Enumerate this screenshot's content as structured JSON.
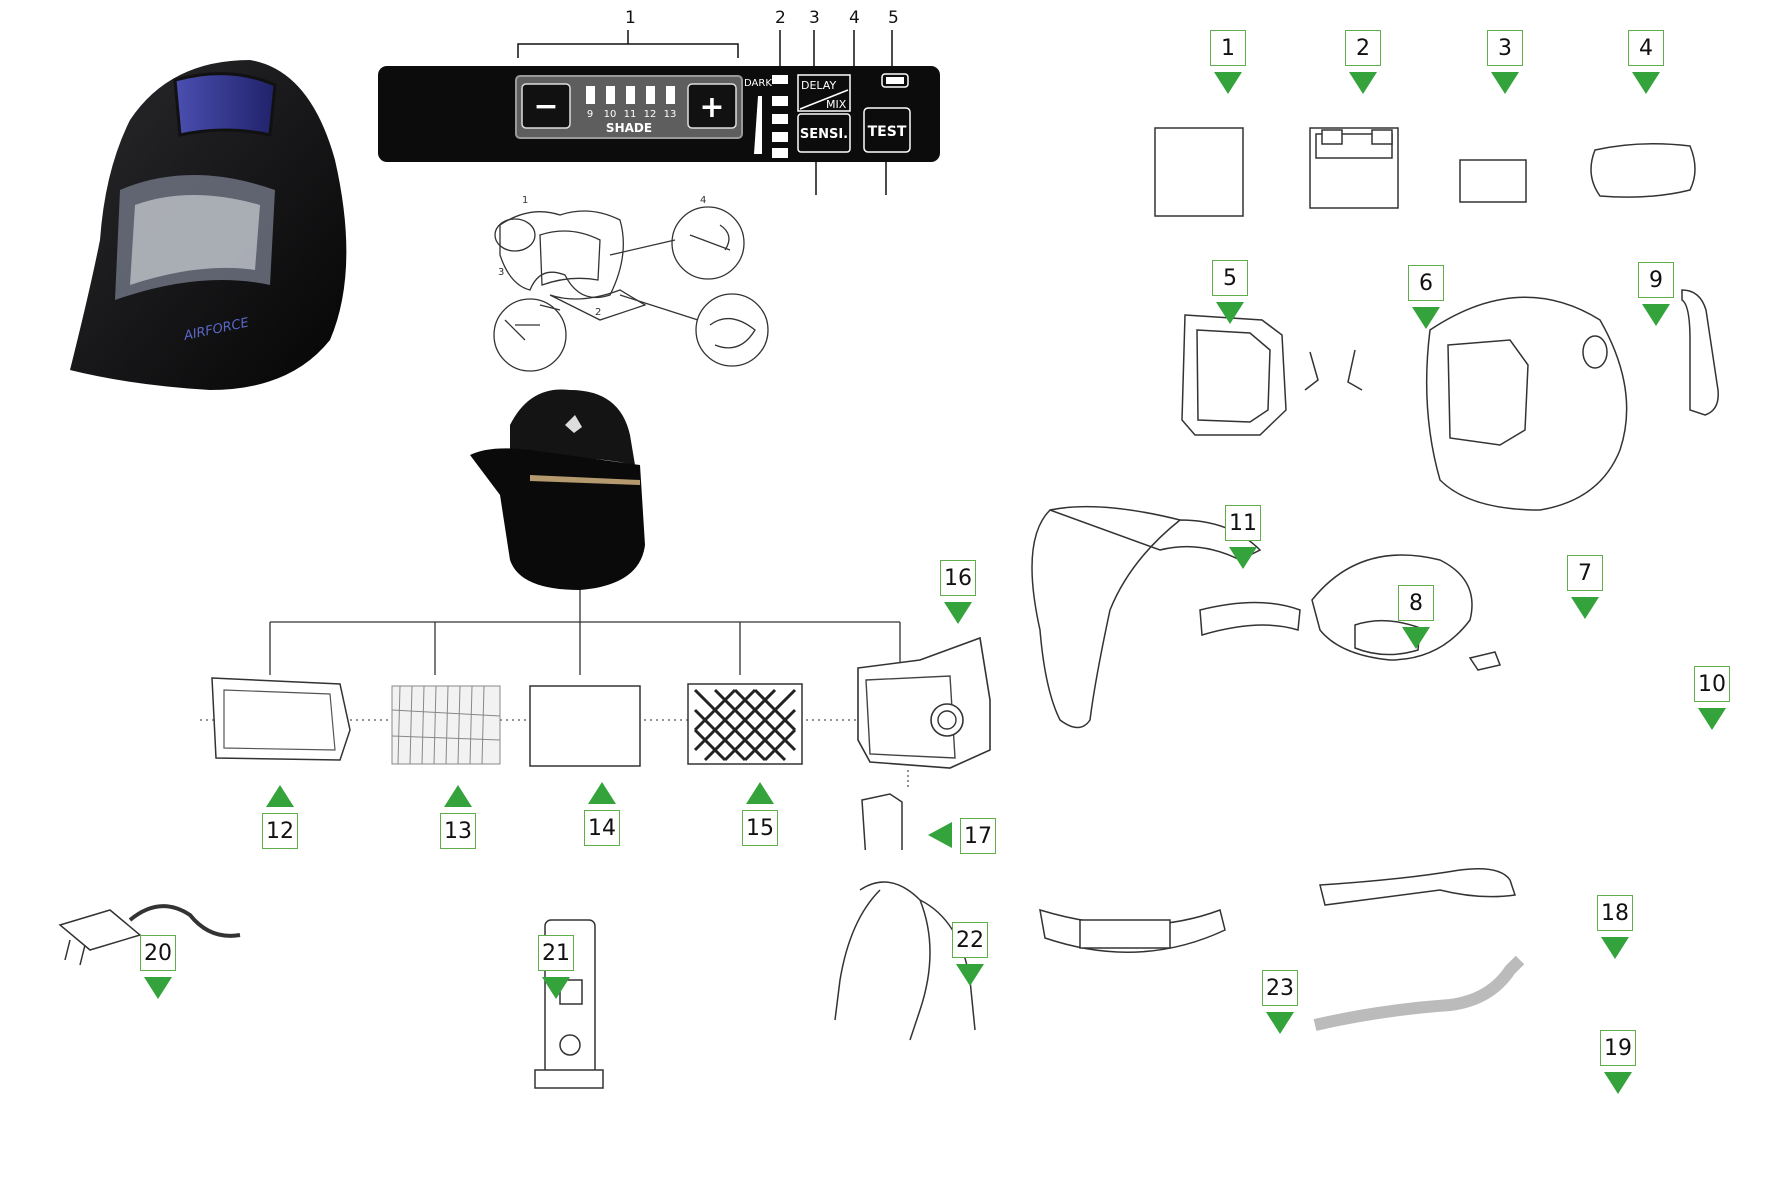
{
  "helmet_brand": "AIRFORCE",
  "control_panel": {
    "callout_numbers": [
      "1",
      "2",
      "3",
      "4",
      "5"
    ],
    "shade_values": [
      "9",
      "10",
      "11",
      "12",
      "13"
    ],
    "shade_label": "SHADE",
    "minus_symbol": "−",
    "plus_symbol": "+",
    "dark_label": "DARK",
    "delay_label": "DELAY",
    "mix_label": "MIX",
    "sensi_label": "SENSI.",
    "test_label": "TEST"
  },
  "headgear_diagram_numbers": [
    "1",
    "2",
    "3",
    "4"
  ],
  "parts": [
    {
      "id": "p1",
      "label": "1"
    },
    {
      "id": "p2",
      "label": "2"
    },
    {
      "id": "p3",
      "label": "3"
    },
    {
      "id": "p4",
      "label": "4"
    },
    {
      "id": "p5",
      "label": "5"
    },
    {
      "id": "p6",
      "label": "6"
    },
    {
      "id": "p7",
      "label": "7"
    },
    {
      "id": "p8",
      "label": "8"
    },
    {
      "id": "p9",
      "label": "9"
    },
    {
      "id": "p10",
      "label": "10"
    },
    {
      "id": "p11",
      "label": "11"
    },
    {
      "id": "p12",
      "label": "12"
    },
    {
      "id": "p13",
      "label": "13"
    },
    {
      "id": "p14",
      "label": "14"
    },
    {
      "id": "p15",
      "label": "15"
    },
    {
      "id": "p16",
      "label": "16"
    },
    {
      "id": "p17",
      "label": "17"
    },
    {
      "id": "p18",
      "label": "18"
    },
    {
      "id": "p19",
      "label": "19"
    },
    {
      "id": "p20",
      "label": "20"
    },
    {
      "id": "p21",
      "label": "21"
    },
    {
      "id": "p22",
      "label": "22"
    },
    {
      "id": "p23",
      "label": "23"
    }
  ],
  "colors": {
    "callout_border": "#5fae49",
    "arrow_green": "#34a33b",
    "panel_black": "#0c0c0c"
  }
}
